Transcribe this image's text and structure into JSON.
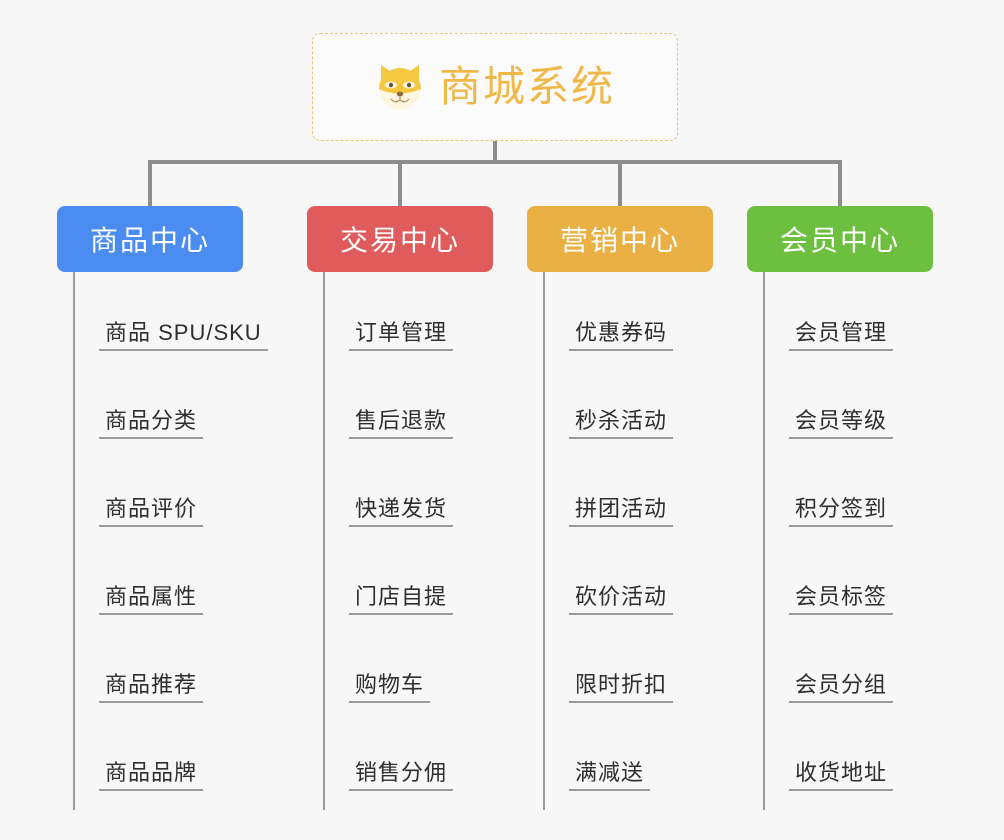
{
  "root": {
    "title": "商城系统",
    "icon": "shiba-dog-face-icon",
    "border_color": "#e8c37a",
    "text_color": "#efb849",
    "background": "#fbfbfb"
  },
  "canvas": {
    "background": "#f7f7f7",
    "connector_color": "#8d8d8d",
    "leaf_line_color": "#9a9a9a"
  },
  "branches": [
    {
      "label": "商品中心",
      "color": "#4a8cf0",
      "items": [
        "商品 SPU/SKU",
        "商品分类",
        "商品评价",
        "商品属性",
        "商品推荐",
        "商品品牌"
      ]
    },
    {
      "label": "交易中心",
      "color": "#e05c5c",
      "items": [
        "订单管理",
        "售后退款",
        "快递发货",
        "门店自提",
        "购物车",
        "销售分佣"
      ]
    },
    {
      "label": "营销中心",
      "color": "#eab044",
      "items": [
        "优惠券码",
        "秒杀活动",
        "拼团活动",
        "砍价活动",
        "限时折扣",
        "满减送"
      ]
    },
    {
      "label": "会员中心",
      "color": "#6dc03f",
      "items": [
        "会员管理",
        "会员等级",
        "积分签到",
        "会员标签",
        "会员分组",
        "收货地址"
      ]
    }
  ]
}
